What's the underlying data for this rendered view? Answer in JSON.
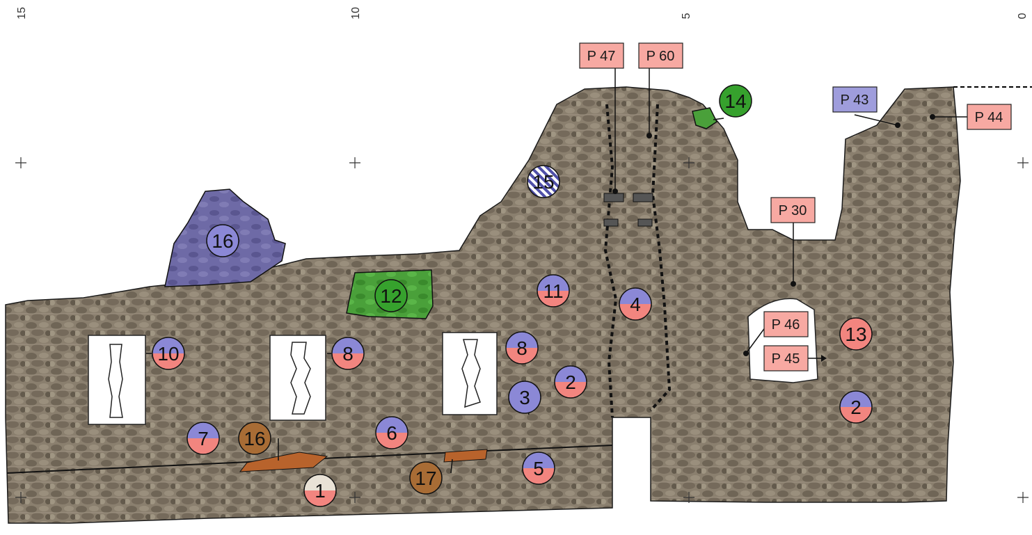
{
  "scale_ticks": [
    "15",
    "10",
    "5",
    "0"
  ],
  "colors": {
    "wall": "#857a6a",
    "blue": "#8b88d6",
    "pink": "#f2857f",
    "green": "#36a12d",
    "brown": "#a86c35",
    "cream": "#e9e2d6",
    "label_pink": "#f7a9a2",
    "label_blue": "#9f9ddc",
    "overlay_purple": "#6d6aa8",
    "overlay_green": "#45a33a",
    "overlay_brown": "#b8632c"
  },
  "labels": {
    "p47": "P 47",
    "p60": "P 60",
    "p43": "P 43",
    "p44": "P 44",
    "p30": "P 30",
    "p46": "P 46",
    "p45": "P 45"
  },
  "markers": {
    "m1": "1",
    "m2a": "2",
    "m2b": "2",
    "m3": "3",
    "m4": "4",
    "m5": "5",
    "m6": "6",
    "m7": "7",
    "m8a": "8",
    "m8b": "8",
    "m10": "10",
    "m11": "11",
    "m12": "12",
    "m13": "13",
    "m14": "14",
    "m15": "15",
    "m16a": "16",
    "m16b": "16",
    "m17": "17"
  }
}
